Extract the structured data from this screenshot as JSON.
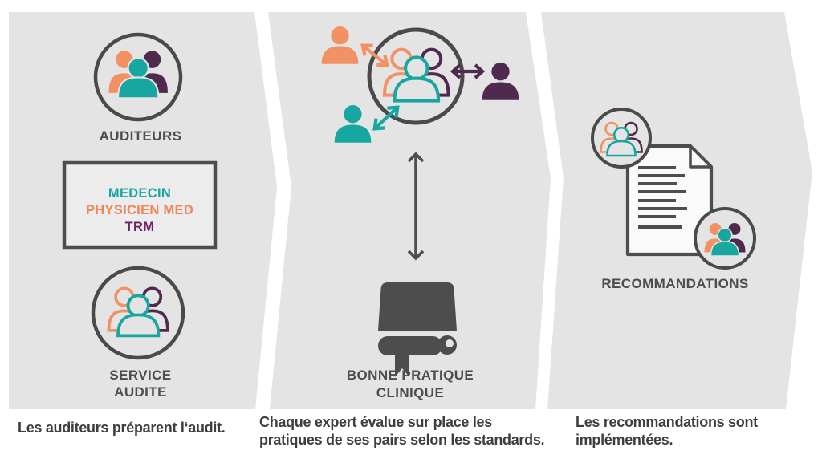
{
  "panel1": {
    "icon_label": "AUDITEURS",
    "roles": [
      "MEDECIN",
      "PHYSICIEN MED",
      "TRM"
    ],
    "service_label": [
      "SERVICE",
      "AUDITE"
    ],
    "caption": "Les auditeurs préparent l‘audit."
  },
  "panel2": {
    "book_label": [
      "BONNE PRATIQUE",
      "CLINIQUE"
    ],
    "caption": [
      "Chaque expert évalue sur place les",
      "pratiques de ses pairs selon les standards."
    ]
  },
  "panel3": {
    "label": "RECOMMANDATIONS",
    "caption": [
      "Les recommandations sont",
      "implémentées."
    ]
  },
  "colors": {
    "orange": "#F29164",
    "teal": "#17A6A0",
    "plum": "#4F2A4E",
    "magenta": "#6E2166",
    "dark_gray": "#4D4D4D",
    "panel_background": "#E5E4E4",
    "caption_text": "#3E3E3E"
  },
  "icons": {
    "panel1_top": "people-group-filled-in-circle",
    "panel1_bottom": "people-group-outline-in-circle",
    "panel2_center": "people-group-outline-in-circle",
    "panel2_satellites": "single-person-filled x3",
    "panel2_arrows": "double-headed-exchange-arrows",
    "panel2_book": "closed-book-with-bookmark",
    "panel3_document": "document-with-text-lines",
    "panel3_badges": "people-group-mini-circles"
  }
}
